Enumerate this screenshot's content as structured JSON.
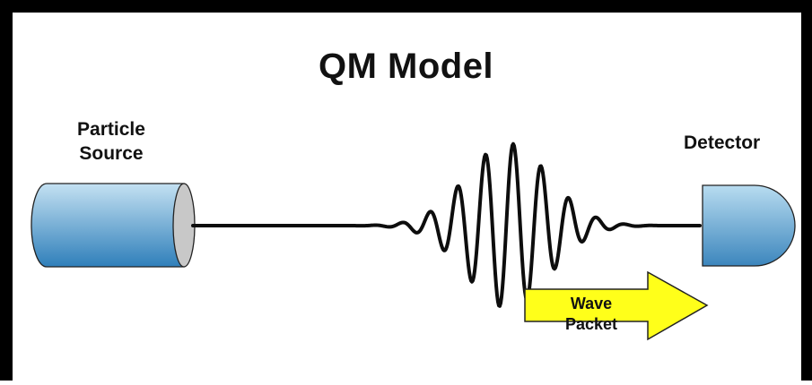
{
  "title": "QM Model",
  "labels": {
    "source_line1": "Particle",
    "source_line2": "Source",
    "detector": "Detector",
    "packet_line1": "Wave",
    "packet_line2": "Packet"
  },
  "colors": {
    "frame": "#000000",
    "cylinder_dark": "#2f7fba",
    "cylinder_light": "#c4e1f2",
    "detector_dark": "#3c86bd",
    "detector_light": "#b8dcf0",
    "arrow_fill": "#ffff1a",
    "wave": "#0d0d0d"
  },
  "icons": [
    "particle-source-cylinder",
    "detector-shape",
    "wave-packet-arrow"
  ]
}
